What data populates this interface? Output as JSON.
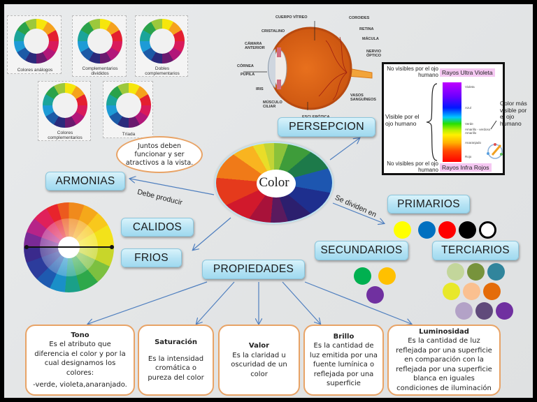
{
  "central": {
    "label": "Color"
  },
  "harmonies": {
    "wheels": [
      {
        "label": "Colores análogos"
      },
      {
        "label": "Complementarios divididos"
      },
      {
        "label": "Dobles complementarios"
      },
      {
        "label": "Colores complementarios"
      },
      {
        "label": "Tríada"
      }
    ],
    "note": "Juntos deben funcionar y ser atractivos a la vista."
  },
  "eye": {
    "labels": {
      "cuerpo_vitreo": "CUERPO VÍTREO",
      "coroides": "COROIDES",
      "retina": "RETINA",
      "macula": "MÁCULA",
      "nervio_optico": "NERVIO ÓPTICO",
      "cristalino": "CRISTALINO",
      "camara_anterior": "CÁMARA ANTERIOR",
      "cornea": "CÓRNEA",
      "pupila": "PUPILA",
      "iris": "IRIS",
      "musculo_ciliar": "MÚSCULO CILIAR",
      "vasos_sanguineos": "VASOS SANGUÍNEOS",
      "esclerotica": "ESCLERÓTICA"
    }
  },
  "spectrum": {
    "top_left": "No visibles por el ojo humano",
    "top_tag": "Rayos Ultra Violeta",
    "middle_left": "Visible por el ojo humano",
    "bottom_left": "No visibles por el ojo humano",
    "bottom_tag": "Rayos Infra Rojos",
    "right_note": "Color más visible por el ojo humano",
    "bands": [
      "Violeta",
      "Azul",
      "Verde",
      "Amarillo - verdoso",
      "Amarillo",
      "Anaranjado",
      "Rojo"
    ]
  },
  "concepts": {
    "perspecion": "PERSEPCION",
    "armonias": "ARMONIAS",
    "calidos": "CALIDOS",
    "frios": "FRIOS",
    "propiedades": "PROPIEDADES",
    "primarios": "PRIMARIOS",
    "secundarios": "SECUNDARIOS",
    "terciarios": "TERCIARIOS"
  },
  "connectors": {
    "debe_producir": "Debe producir",
    "se_dividen_en": "Se dividen en"
  },
  "colors": {
    "primarios": [
      "#ffff00",
      "#0070c0",
      "#ff0000",
      "#000000",
      "#ffffff"
    ],
    "secundarios": [
      "#00b050",
      "#ffc000",
      "#7030a0"
    ],
    "terciarios": [
      "#c3d69b",
      "#77933c",
      "#31859c",
      "#e8e82a",
      "#fac090",
      "#e46c0a",
      "#b3a2c7",
      "#604a7b",
      "#7030a0"
    ],
    "accent_border": "#e8a366",
    "arrow": "#4f7fbf"
  },
  "properties": [
    {
      "title": "Tono",
      "body": "Es el atributo que diferencia el color y por la cual designamos los colores:",
      "extra": "-verde, violeta,anaranjado."
    },
    {
      "title": "Saturación",
      "body": "Es la intensidad cromática o pureza del color"
    },
    {
      "title": "Valor",
      "body": "Es la claridad u oscuridad de un color"
    },
    {
      "title": "Brillo",
      "body": "Es la cantidad de luz emitida por una fuente lumínica o reflejada por una superficie"
    },
    {
      "title": "Luminosidad",
      "body": "Es la cantidad de luz reflejada por una superficie en comparación con la reflejada por una superficie blanca en iguales condiciones de iluminación"
    }
  ]
}
